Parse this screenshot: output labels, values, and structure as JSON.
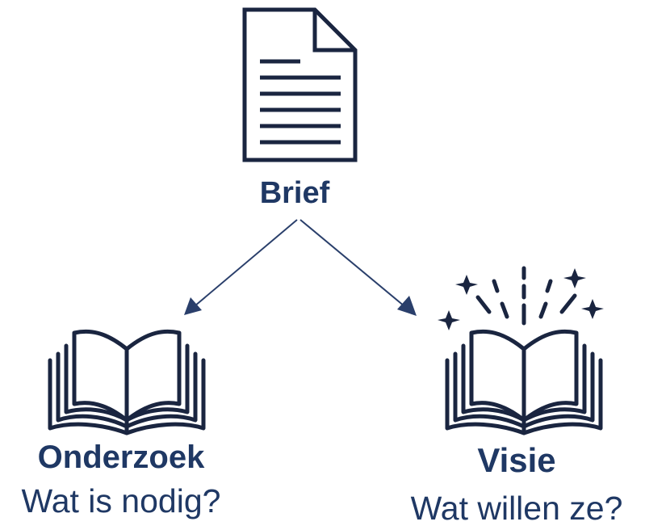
{
  "nodes": {
    "top": {
      "label": "Brief",
      "icon": "document-icon"
    },
    "left": {
      "title": "Onderzoek",
      "subtitle": "Wat is nodig?",
      "icon": "open-book-icon"
    },
    "right": {
      "title": "Visie",
      "subtitle": "Wat willen ze?",
      "icon": "magic-book-icon"
    }
  },
  "colors": {
    "primary": "#1f3864",
    "arrow": "#2a3f6b",
    "background": "#ffffff"
  }
}
